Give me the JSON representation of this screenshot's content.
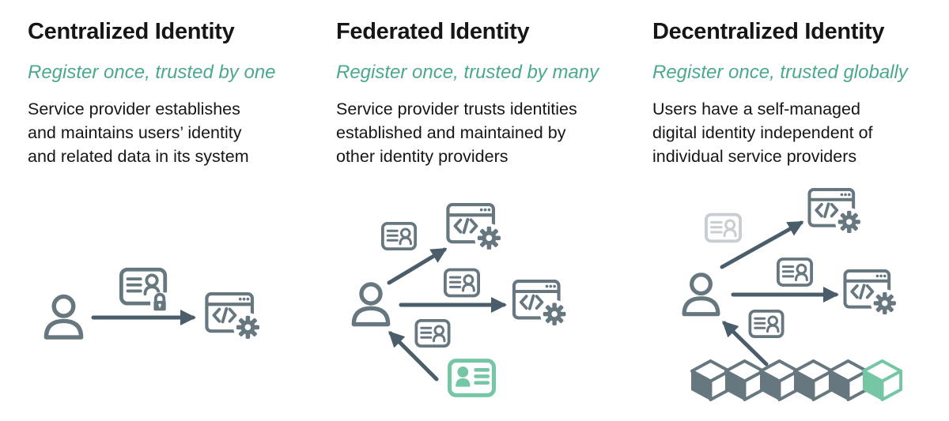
{
  "figure": {
    "name": "Identity models comparison",
    "layout": "three columns, each with bold title, green italic tagline, description paragraph, and icon flow diagram"
  },
  "colors": {
    "background": "#FFFFFF",
    "ink": "#161616",
    "subtitle_green": "#4BA890",
    "icon_slate": "#66777F",
    "arrow_slate": "#4A5D6B",
    "icon_green": "#74C6A5",
    "icon_lightgray": "#C9CED2"
  },
  "columns": [
    {
      "id": "centralized",
      "title": "Centralized Identity",
      "subtitle": "Register once, trusted by one",
      "description_lines": [
        "Service provider establishes",
        "and maintains users’ identity",
        "and related data in its system"
      ],
      "diagram_icons": [
        "user-icon",
        "id-card-lock-icon",
        "service-window-icon"
      ],
      "flow": "user sends locked credential to single service provider"
    },
    {
      "id": "federated",
      "title": "Federated Identity",
      "subtitle": "Register once, trusted by many",
      "description_lines": [
        "Service provider trusts identities",
        "established and maintained by",
        "other identity providers"
      ],
      "diagram_icons": [
        "user-icon",
        "id-card-icon",
        "service-window-icon",
        "identity-provider-card-icon"
      ],
      "flow": "identity provider issues credential to user; user presents it to two service providers"
    },
    {
      "id": "decentralized",
      "title": "Decentralized Identity",
      "subtitle": "Register once, trusted globally",
      "description_lines": [
        "Users have a self-managed",
        "digital identity independent of",
        "individual service providers"
      ],
      "diagram_icons": [
        "user-icon",
        "id-card-icon",
        "id-card-faded-icon",
        "service-window-icon",
        "blockchain-cube-icon",
        "blockchain-cube-green-icon"
      ],
      "flow": "blockchain anchors credential to user; user presents it to two service providers",
      "blockchain_cubes": 6,
      "blockchain_green_cube_index": 5
    }
  ]
}
